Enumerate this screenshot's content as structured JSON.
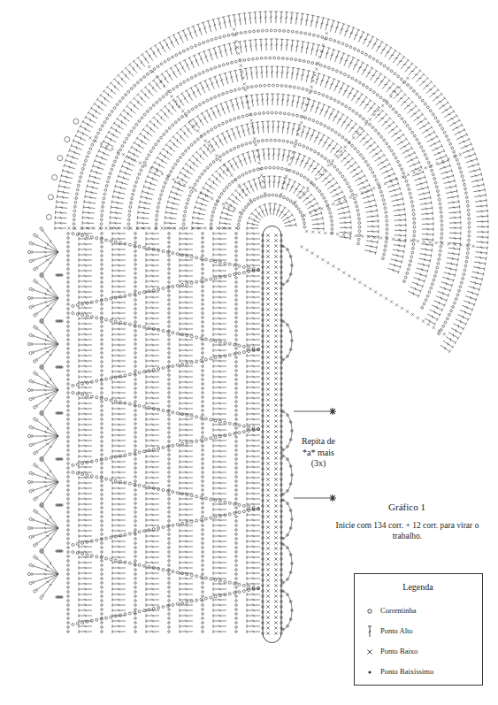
{
  "diagram": {
    "title": "Gráfico 1",
    "caption": "Inicie com 134 corr. + 12 corr. para virar o trabalho.",
    "labels": [
      "Repita de *a* mais (3x)",
      "Legenda"
    ],
    "legend": [
      {
        "text": "Correntinha"
      },
      {
        "text": "Ponto Alto"
      },
      {
        "text": "Ponto Baixo"
      },
      {
        "text": "Ponto Baixíssimo"
      }
    ]
  }
}
